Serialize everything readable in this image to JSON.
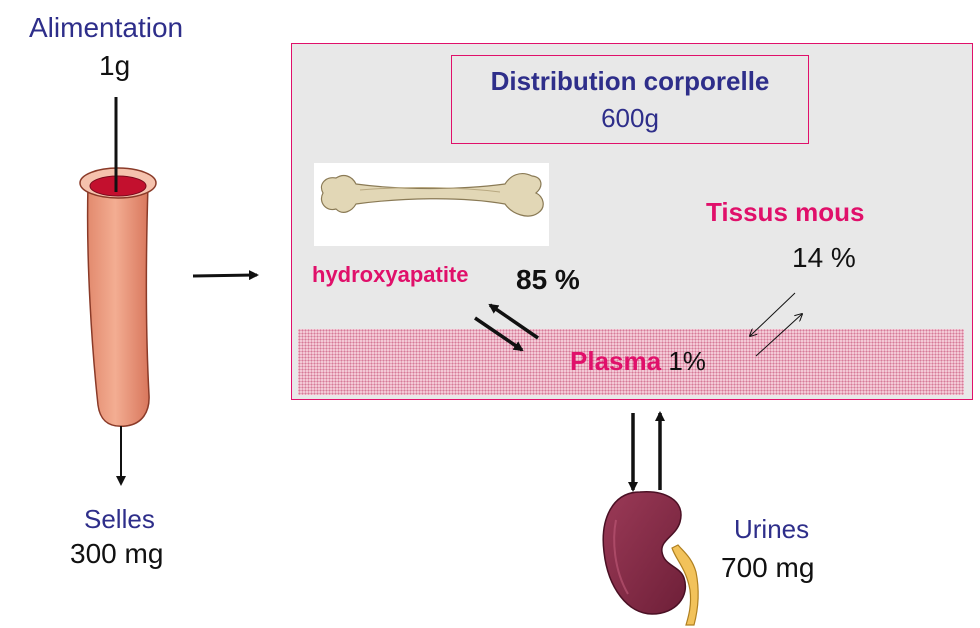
{
  "intake": {
    "title": "Alimentation",
    "amount": "1g"
  },
  "feces": {
    "title": "Selles",
    "amount": "300 mg"
  },
  "urine": {
    "title": "Urines",
    "amount": "700 mg"
  },
  "distribution": {
    "title": "Distribution corporelle",
    "amount": "600g"
  },
  "bone": {
    "label": "hydroxyapatite",
    "percent": "85 %"
  },
  "soft_tissue": {
    "label": "Tissus mous",
    "percent": "14 %"
  },
  "plasma": {
    "label": "Plasma",
    "percent": "1%"
  },
  "icons": [
    "intestine-icon",
    "bone-icon",
    "kidney-icon"
  ],
  "colors": {
    "accent": "#e0106a",
    "navy": "#2e2e8a",
    "box_fill": "#e8e8e8",
    "plasma_fill": "#f3c9d6"
  }
}
